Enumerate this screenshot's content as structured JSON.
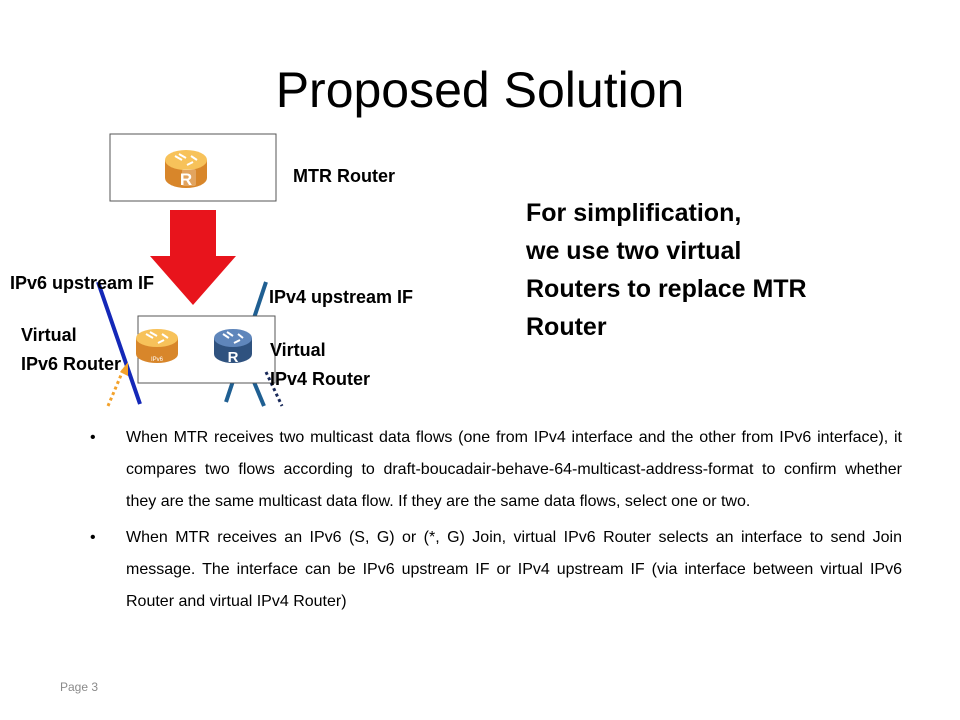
{
  "slide": {
    "title": "Proposed Solution",
    "footer": "Page 3"
  },
  "diagram": {
    "mtr_router_label": "MTR Router",
    "ipv6_upstream_label": "IPv6 upstream IF",
    "ipv4_upstream_label": "IPv4 upstream IF",
    "virtual_ipv6_line1": "Virtual",
    "virtual_ipv6_line2": "IPv6 Router",
    "virtual_ipv4_line1": "Virtual",
    "virtual_ipv4_line2": "IPv4 Router",
    "router_badge_letter": "R",
    "ipv6_badge_text": "IPv6",
    "colors": {
      "arrow": "#e8141c",
      "ipv6_line": "#1428b8",
      "ipv4_line": "#1f5f92",
      "router_orange": "#f3a12a",
      "router_blue": "#3d6aa6",
      "dotted_orange": "#f3a12a",
      "dotted_navy": "#1a2a5a"
    }
  },
  "note": {
    "lines": [
      "For simplification,",
      "we use two virtual",
      "Routers to replace MTR",
      "Router"
    ]
  },
  "bullets": [
    {
      "marker": "•",
      "text": "When MTR  receives two multicast data flows (one from IPv4 interface and the other from IPv6 interface),  it compares two flows according to draft-boucadair-behave-64-multicast-address-format  to confirm whether  they are the same multicast data flow. If they are the same data flows, select one or two."
    },
    {
      "marker": "•",
      "text": "When MTR receives an IPv6 (S, G) or (*, G) Join, virtual IPv6 Router selects an interface to send Join message. The interface can be IPv6 upstream IF or IPv4 upstream IF (via interface between virtual IPv6 Router and virtual IPv4 Router)"
    }
  ]
}
